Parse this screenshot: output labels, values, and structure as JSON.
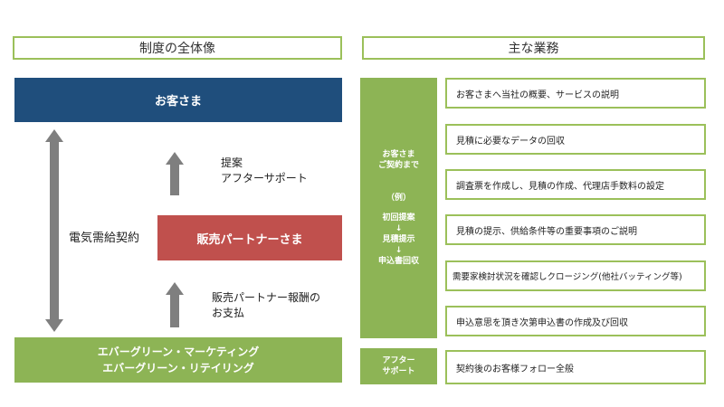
{
  "left": {
    "header": "制度の全体像",
    "customer": "お客さま",
    "partner": "販売パートナーさま",
    "evergreen": [
      "エバーグリーン・マーケティング",
      "エバーグリーン・リテイリング"
    ],
    "contract_label": "電気需給契約",
    "upper_arrow_text": [
      "提案",
      "アフターサポート"
    ],
    "lower_arrow_text": [
      "販売パートナー報酬の",
      "お支払"
    ]
  },
  "right": {
    "header": "主な業務",
    "phase1": {
      "title": [
        "お客さま",
        "ご契約まで"
      ],
      "example": "（例）",
      "steps": [
        "初回提案",
        "↓",
        "見積提示",
        "↓",
        "申込書回収"
      ]
    },
    "phase2": [
      "アフター",
      "サポート"
    ],
    "tasks": [
      "お客さまへ当社の概要、サービスの説明",
      "見積に必要なデータの回収",
      "調査票を作成し、見積の作成、代理店手数料の設定",
      "見積の提示、供給条件等の重要事項のご説明",
      "需要家検討状況を確認しクロージング(他社バッティング等)",
      "申込意思を頂き次第申込書の作成及び回収",
      "契約後のお客様フォロー全般"
    ]
  },
  "colors": {
    "navy": "#1f4e7c",
    "red": "#c0504d",
    "green": "#8db455",
    "border_green": "#9bc05a",
    "arrow_gray": "#7f7f7f"
  }
}
